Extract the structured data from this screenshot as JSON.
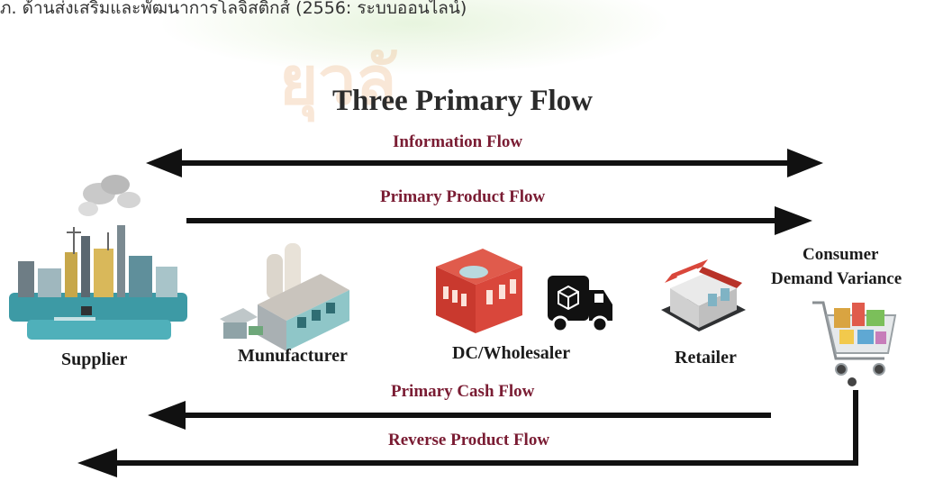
{
  "caption": "ภ. ด้านส่งเสริมและพัฒนาการโลจิสติกส์ (2556: ระบบออนไลน์)",
  "watermark_text": "ยุวลั",
  "title": "Three Primary Flow",
  "flows": {
    "information": "Information Flow",
    "product": "Primary Product  Flow",
    "cash": "Primary Cash Flow",
    "reverse": "Reverse Product Flow"
  },
  "nodes": {
    "supplier": "Supplier",
    "manufacturer": "Munufacturer",
    "dc": "DC/Wholesaler",
    "retailer": "Retailer",
    "consumer_line1": "Consumer",
    "consumer_line2": "Demand Variance"
  },
  "colors": {
    "flow_label": "#7a1c33",
    "arrow": "#111111",
    "teal": "#3d9aa5",
    "red": "#d9473b",
    "dark": "#2f3133"
  },
  "icons": [
    "factory-icon",
    "warehouse-icon",
    "truck-icon",
    "store-icon",
    "shopping-cart-icon"
  ]
}
